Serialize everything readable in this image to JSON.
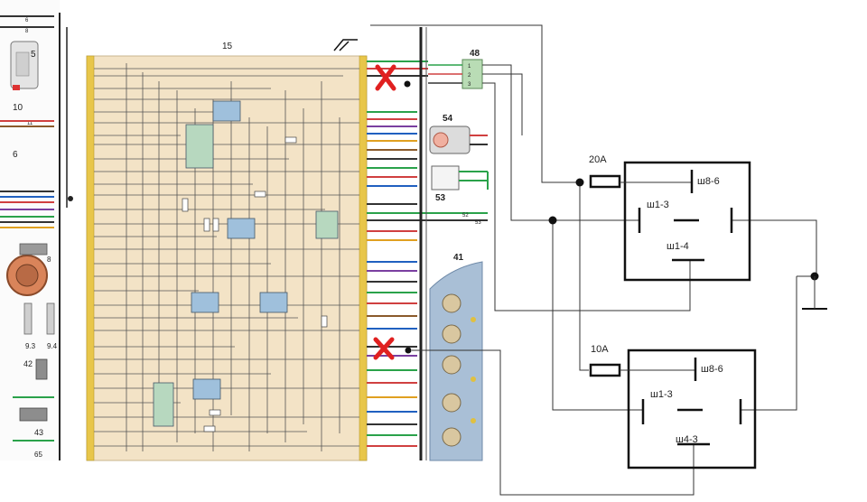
{
  "left_panel": {
    "block_15": "15",
    "block_48": "48",
    "block_54": "54",
    "block_53": "53",
    "block_41": "41",
    "comp_5": "5",
    "comp_10": "10",
    "comp_6": "6",
    "comp_8": "8",
    "comp_9_3": "9.3",
    "comp_9_4": "9.4",
    "comp_42": "42",
    "comp_43": "43",
    "comp_65": "65",
    "conn_48_pins": [
      "1",
      "2",
      "3"
    ],
    "wire_52": "52",
    "wire_53": "53",
    "wire_11": "11",
    "wire_6": "6",
    "wire_8": "8"
  },
  "relay_top": {
    "fuse_label": "20A",
    "pin_upper": "ш8-6",
    "pin_left": "ш1-3",
    "pin_bottom": "ш1-4"
  },
  "relay_bottom": {
    "fuse_label": "10A",
    "pin_upper": "ш8-6",
    "pin_left": "ш1-3",
    "pin_bottom": "ш4-3"
  },
  "colors": {
    "block_bg": "#f3e3c6",
    "wire_dark": "#333333",
    "relay_box": "#111111",
    "cross_mark": "#e02020",
    "instrument_panel": "#a9bfd6",
    "connector_green": "#b9dcb5"
  },
  "marks": {
    "cross_count": 2
  }
}
